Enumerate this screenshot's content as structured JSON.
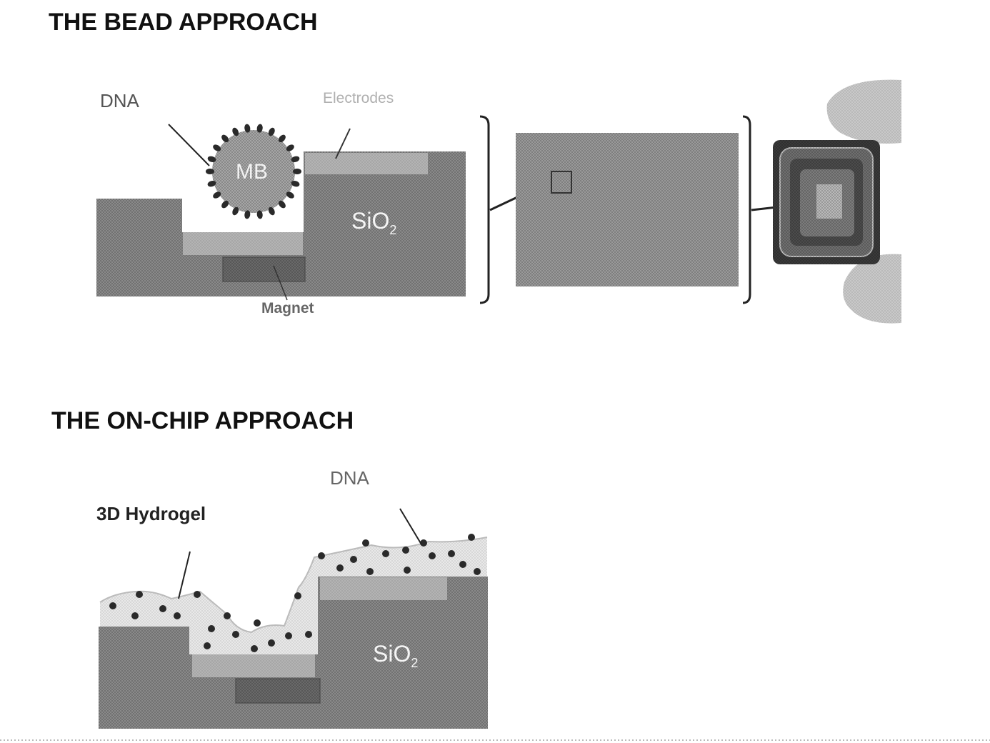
{
  "bead": {
    "heading": "THE BEAD APPROACH",
    "dna_label": "DNA",
    "bead_label": "MB",
    "electrodes_label": "Electrodes",
    "sio2_label": "SiO",
    "sio2_subscript": "2",
    "magnet_label": "Magnet"
  },
  "onchip": {
    "heading": "THE ON-CHIP APPROACH",
    "dna_label": "DNA",
    "hydrogel_label": "3D Hydrogel",
    "sio2_label": "SiO",
    "sio2_subscript": "2"
  },
  "colors": {
    "substrate": "#8a8a8a",
    "electrode": "#b4b4b4",
    "magnet": "#6a6a6a",
    "bead": "#a6a6a6",
    "hydrogel": "#e9e9e9",
    "dna": "#2a2a2a",
    "array": "#9a9a9a"
  }
}
